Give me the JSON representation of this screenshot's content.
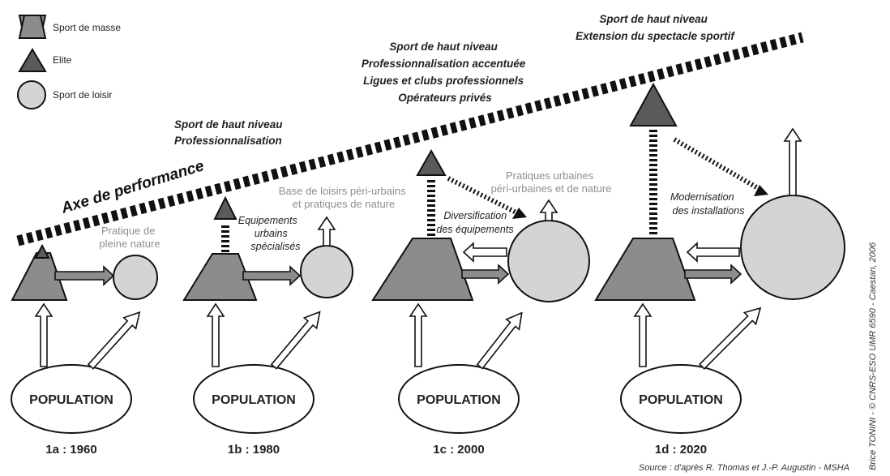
{
  "legend": {
    "mass": "Sport de masse",
    "elite": "Elite",
    "leisure": "Sport de loisir"
  },
  "axis_label": "Axe de performance",
  "headers": {
    "h1": [
      "Sport de haut niveau",
      "Professionnalisation"
    ],
    "h2": [
      "Sport de haut niveau",
      "Professionnalisation accentuée",
      "Ligues et clubs professionnels",
      "Opérateurs privés"
    ],
    "h3": [
      "Sport de haut niveau",
      "Extension du spectacle sportif"
    ]
  },
  "panels": [
    {
      "population": "POPULATION",
      "year": "1a : 1960",
      "leisure_text": [
        "Pratique de",
        "pleine nature"
      ],
      "annot": []
    },
    {
      "population": "POPULATION",
      "year": "1b : 1980",
      "leisure_text": [
        "Base de loisirs péri-urbains",
        "et pratiques de nature"
      ],
      "annot": [
        "Equipements",
        "urbains",
        "spécialisés"
      ]
    },
    {
      "population": "POPULATION",
      "year": "1c : 2000",
      "leisure_text": [
        "Pratiques urbaines",
        "péri-urbaines et de nature"
      ],
      "annot": [
        "Diversification",
        "des équipements"
      ]
    },
    {
      "population": "POPULATION",
      "year": "1d : 2020",
      "leisure_text": [],
      "annot": [
        "Modernisation",
        "des installations"
      ]
    }
  ],
  "credit": "Brice TONINI - © CNRS-ESO UMR 6590 - Caestan, 2006",
  "source": "Source : d'après R. Thomas et J.-P. Augustin - MSHA"
}
